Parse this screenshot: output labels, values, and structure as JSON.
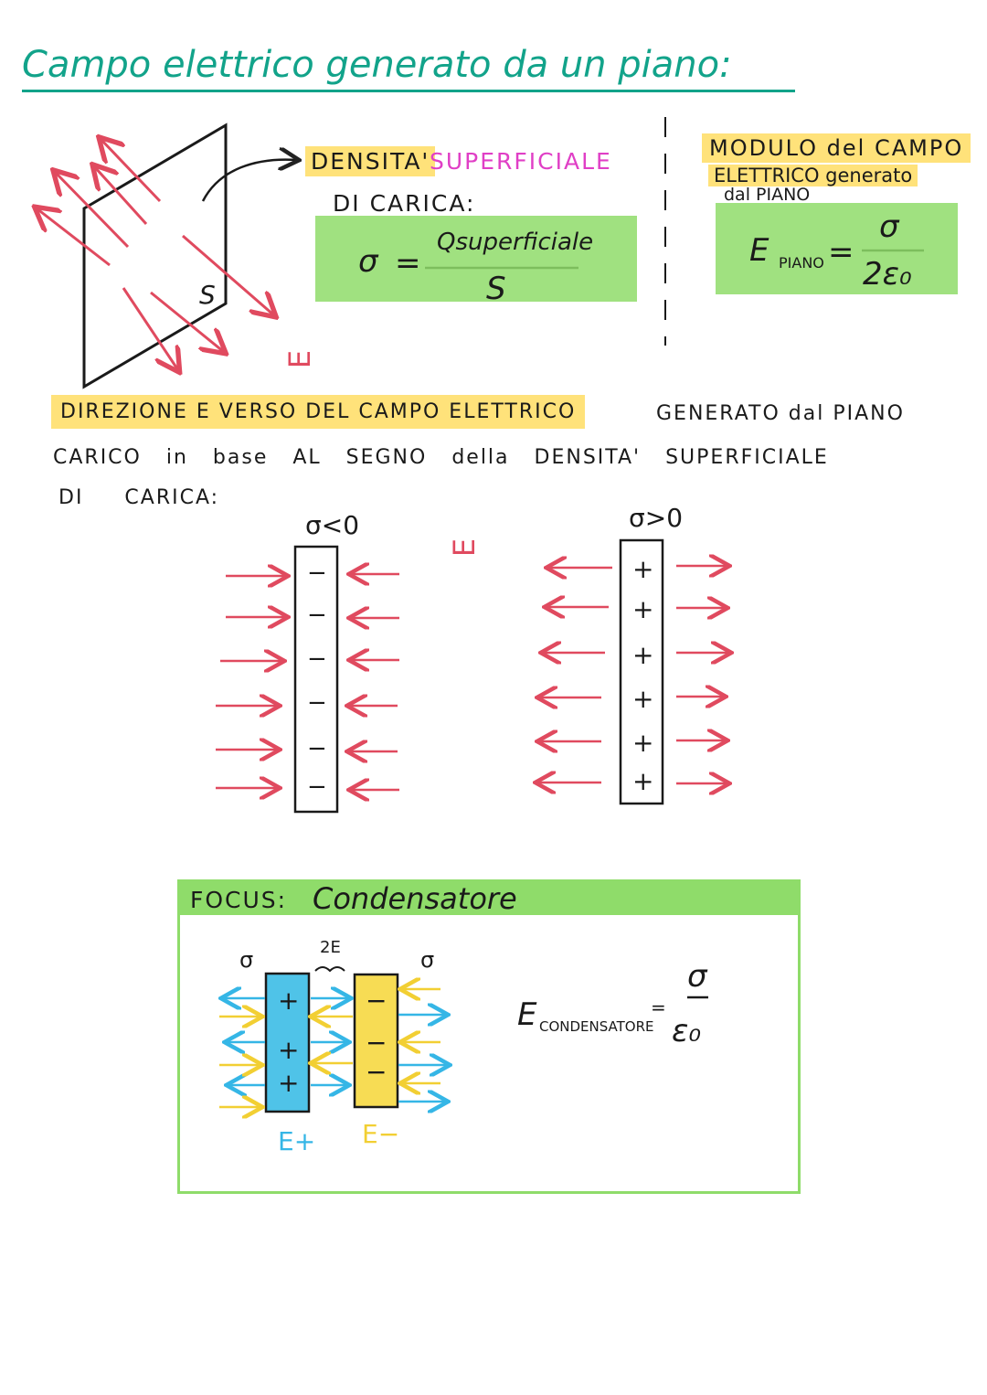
{
  "title": "Campo elettrico generato da un piano:",
  "density": {
    "heading_1": "DENSITA'",
    "heading_2": "SUPERFICIALE",
    "heading_3": "DI CARICA:",
    "sigma": "σ",
    "equals": "=",
    "numerator": "Qsuperficiale",
    "denominator": "S"
  },
  "plane": {
    "surface_label": "S",
    "field_label": "E"
  },
  "modulus": {
    "heading_1": "MODULO del CAMPO",
    "heading_2": "ELETTRICO generato",
    "heading_3": "dal PIANO",
    "lhs": "E",
    "lhs_sub": "PIANO",
    "equals": "=",
    "numerator": "σ",
    "denominator": "2ε₀"
  },
  "direction": {
    "line_1a": "DIREZIONE E VERSO DEL CAMPO ELETTRICO",
    "line_1b": "GENERATO dal PIANO",
    "line_2": "CARICO in base AL SEGNO della DENSITA' SUPERFICIALE",
    "line_3": "DI CARICA:",
    "negative_label": "σ<0",
    "positive_label": "σ>0",
    "field_symbol": "E",
    "negative_signs": [
      "−",
      "−",
      "−",
      "−",
      "−",
      "−"
    ],
    "positive_signs": [
      "+",
      "+",
      "+",
      "+",
      "+",
      "+"
    ]
  },
  "focus": {
    "label": "FOCUS:",
    "topic": "Condensatore",
    "left_charge": "σ",
    "right_charge": "σ",
    "gap_field": "2E",
    "plus_signs": [
      "+",
      "+",
      "+"
    ],
    "minus_signs": [
      "−",
      "−",
      "−"
    ],
    "e_plus": "E+",
    "e_minus": "E−",
    "formula_lhs": "E",
    "formula_sub": "CONDENSATORE",
    "formula_equals": "=",
    "formula_num": "σ",
    "formula_den": "ε₀"
  },
  "colors": {
    "title": "#12a38a",
    "highlight_yellow": "#ffe27a",
    "highlight_green": "#8fdc6a",
    "field_red": "#e04a5f",
    "pink": "#e03fc6",
    "plate_blue": "#4fc3e8",
    "plate_yellow": "#f7dc54"
  }
}
